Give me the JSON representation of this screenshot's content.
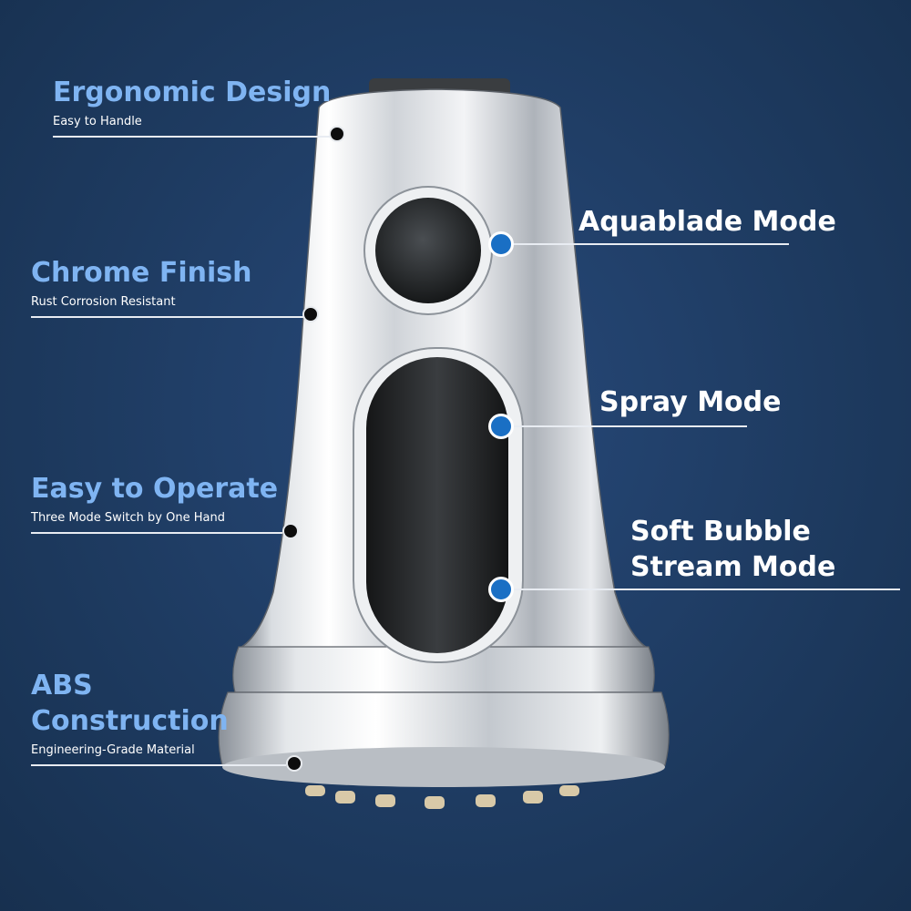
{
  "colors": {
    "background": "#1f3d63",
    "left_title": "#7fb4f2",
    "subtitle": "#ffffff",
    "right_label": "#ffffff",
    "marker_blue": "#1a6fc4",
    "marker_black": "#0d0d0d"
  },
  "left_features": [
    {
      "title": "Ergonomic Design",
      "subtitle": "Easy to Handle"
    },
    {
      "title": "Chrome Finish",
      "subtitle": "Rust Corrosion Resistant"
    },
    {
      "title": "Easy to Operate",
      "subtitle": "Three Mode Switch by One Hand"
    },
    {
      "title": "ABS Construction",
      "subtitle": "Engineering-Grade Material"
    }
  ],
  "right_modes": [
    {
      "label": "Aquablade Mode"
    },
    {
      "label": "Spray Mode"
    },
    {
      "label": "Soft Bubble Stream Mode"
    }
  ]
}
